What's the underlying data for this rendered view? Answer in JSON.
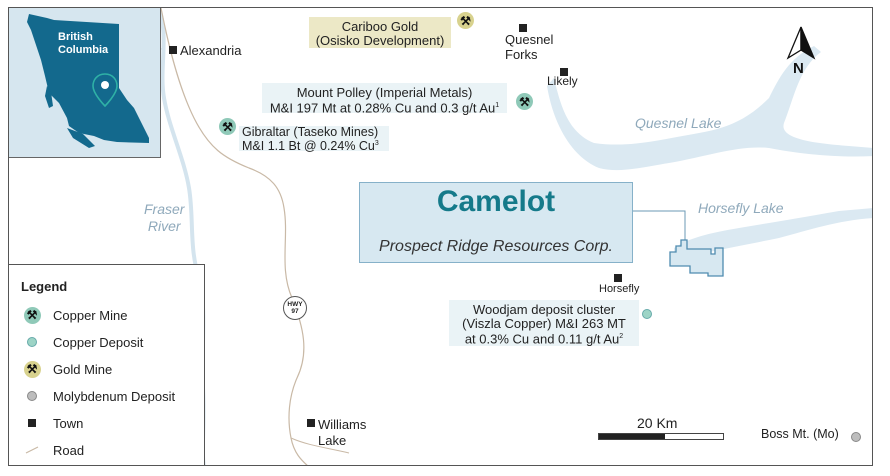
{
  "colors": {
    "water": "#dbe9f2",
    "water_label": "#8fa9bb",
    "road": "#c9b9a6",
    "bc_fill": "#13698d",
    "inset_bg": "#d6e6ef",
    "camelot_title": "#157a8a",
    "camelot_box": "#d7e8f1",
    "property_fill": "#d7e8f1",
    "property_stroke": "#4f8cb0",
    "copper_mine": "#8fc9b8",
    "gold_mine": "#d8d28e",
    "copper_deposit": "#9dd4c6",
    "molybdenum_deposit": "#bdbdbd",
    "pin": "#1b8c8f"
  },
  "inset": {
    "label_line1": "British",
    "label_line2": "Columbia",
    "pin_icon": "map-pin-icon"
  },
  "north_arrow": {
    "label": "N",
    "icon": "north-arrow-icon"
  },
  "towns": [
    {
      "name": "Alexandria"
    },
    {
      "name_line1": "Quesnel",
      "name_line2": "Forks"
    },
    {
      "name": "Likely"
    },
    {
      "name": "Horsefly"
    },
    {
      "name_line1": "Williams",
      "name_line2": "Lake"
    }
  ],
  "water_labels": {
    "fraser_line1": "Fraser",
    "fraser_line2": "River",
    "quesnel_lake": "Quesnel Lake",
    "horsefly_lake": "Horsefly Lake"
  },
  "features": {
    "cariboo": {
      "line1": "Cariboo Gold",
      "line2": "(Osisko Development)",
      "type": "Gold Mine"
    },
    "mount_polley": {
      "line1": "Mount Polley (Imperial Metals)",
      "line2": "M&I 197 Mt at 0.28% Cu and 0.3 g/t Au",
      "sup": "1",
      "type": "Copper Mine"
    },
    "gibraltar": {
      "line1": "Gibraltar (Taseko Mines)",
      "line2": "M&I 1.1 Bt @ 0.24% Cu",
      "sup": "3",
      "type": "Copper Mine"
    },
    "woodjam": {
      "line1": "Woodjam deposit cluster",
      "line2": "(Viszla Copper) M&I 263 MT",
      "line3": "at 0.3% Cu and 0.11 g/t Au",
      "sup": "2",
      "type": "Copper Deposit"
    },
    "boss_mt": {
      "label": "Boss Mt. (Mo)",
      "type": "Molybdenum Deposit"
    }
  },
  "camelot": {
    "title": "Camelot",
    "subtitle": "Prospect Ridge Resources Corp."
  },
  "highway": {
    "line1": "HWY",
    "line2": "97"
  },
  "scale_bar": {
    "label": "20 Km",
    "filled_fraction": 0.53
  },
  "legend": {
    "title": "Legend",
    "items": [
      {
        "label": "Copper Mine",
        "icon": "copper-mine-icon"
      },
      {
        "label": "Copper Deposit",
        "icon": "copper-deposit-icon"
      },
      {
        "label": "Gold Mine",
        "icon": "gold-mine-icon"
      },
      {
        "label": "Molybdenum Deposit",
        "icon": "molybdenum-deposit-icon"
      },
      {
        "label": "Town",
        "icon": "town-icon"
      },
      {
        "label": "Road",
        "icon": "road-icon"
      }
    ]
  }
}
